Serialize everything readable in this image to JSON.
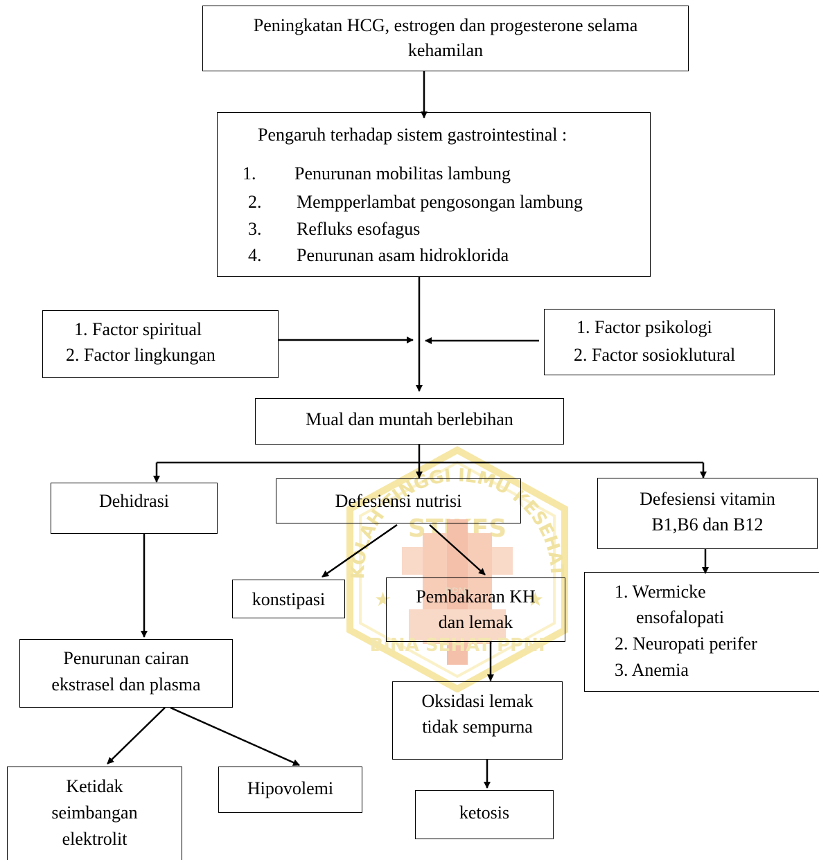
{
  "top": {
    "line1": "Peningkatan HCG, estrogen dan progesterone selama",
    "line2": "kehamilan"
  },
  "gastro": {
    "title": "Pengaruh terhadap sistem gastrointestinal :",
    "items": [
      {
        "num": "1.",
        "text": "Penurunan mobilitas lambung"
      },
      {
        "num": "2.",
        "text": "Mempperlambat pengosongan lambung"
      },
      {
        "num": "3.",
        "text": "Refluks esofagus"
      },
      {
        "num": "4.",
        "text": "Penurunan asam hidroklorida"
      }
    ]
  },
  "left_factors": [
    "1. Factor spiritual",
    "2.  Factor lingkungan"
  ],
  "right_factors": [
    "1. Factor psikologi",
    "2. Factor sosioklutural"
  ],
  "mual": "Mual dan muntah berlebihan",
  "dehidrasi": "Dehidrasi",
  "nutrisi": "Defesiensi nutrisi",
  "vitamin": {
    "line1": "Defesiensi vitamin",
    "line2": "B1,B6 dan B12"
  },
  "konstipasi": "konstipasi",
  "pembakaran": {
    "line1": "Pembakaran KH",
    "line2": "dan lemak"
  },
  "vit_effects": [
    "1. Wermicke",
    "ensofalopati",
    "2. Neuropati perifer",
    "3. Anemia"
  ],
  "penurunan": {
    "line1": "Penurunan cairan",
    "line2": "ekstrasel dan plasma"
  },
  "oksidasi": {
    "line1": "Oksidasi lemak",
    "line2": "tidak sempurna"
  },
  "ketidak": {
    "line1": "Ketidak",
    "line2": "seimbangan",
    "line3": "elektrolit"
  },
  "hipovolemi": "Hipovolemi",
  "ketosis": "ketosis",
  "watermark": {
    "arc_text": "SEKOLAH TINGGI ILMU KESEHATAN",
    "name": "STIKES",
    "sub": "PPNI",
    "bottom": "BINA SEHAT PPNI"
  }
}
